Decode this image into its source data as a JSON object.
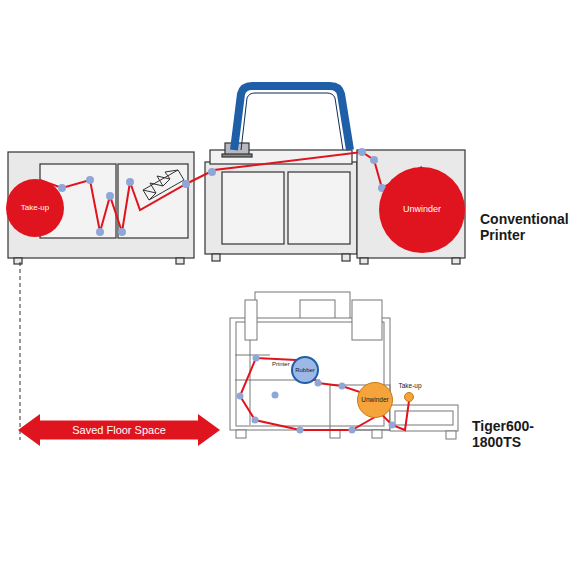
{
  "diagram": {
    "nodes": [
      {
        "text": [
          "Take-up"
        ]
      },
      {
        "text": [
          "Unwinder"
        ]
      },
      {
        "text": [
          "Rubber"
        ]
      },
      {
        "text": [
          "Unwinder"
        ]
      },
      {
        "text": [
          "Take-up"
        ]
      },
      {
        "text": [
          "Saved Floor Space"
        ]
      }
    ],
    "labels": [
      "Conventional Printer",
      "Printer",
      "Tiger600-1800TS"
    ]
  }
}
